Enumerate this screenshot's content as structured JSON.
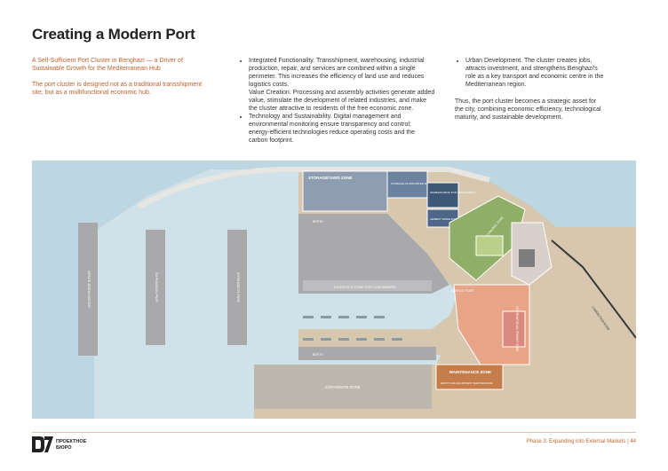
{
  "title": "Creating a Modern Port",
  "intro": {
    "subtitle_line1": "A Self-Sufficient Port Cluster in Benghazi — a Driver of",
    "subtitle_line2": "Sustainable Growth for the Mediterranean Hub",
    "body_line1": "The port cluster is designed not as a traditional transshipment",
    "body_line2": "site, but as a multifunctional economic hub."
  },
  "column2": {
    "b1": [
      "Integrated Functionality. Transshipment, warehousing, industrial",
      "production, repair, and services are combined within a single",
      "perimeter. This increases the efficiency of land use and reduces",
      "logistics costs.",
      "Value Creation. Processing and assembly activities generate added",
      "value, stimulate the development of related industries, and make",
      "the cluster attractive to residents of the free economic zone."
    ],
    "b2": [
      "Technology and Sustainability. Digital management and",
      "environmental monitoring ensure transparency and control;",
      "energy-efficient technologies reduce operating costs and the",
      "carbon footprint."
    ]
  },
  "column3": {
    "b1": [
      "Urban Development. The cluster creates jobs,",
      "attracts investment, and strengthens Benghazi's",
      "role as a key transport and economic centre in the",
      "Mediterranean region."
    ],
    "closing": [
      "Thus, the port cluster becomes a strategic asset for",
      "the city, combining economic efficiency, technological",
      "maturity, and sustainable development."
    ]
  },
  "map": {
    "storage_zone": "STORAGE/YARD ZONE",
    "storage_sub": "STORAGE OF EXPORTED GOODS",
    "warehouse_a": "WAREHOUSING FOR SPARE PARTS",
    "warehouse_b": "CEMENT WAREHOUSING",
    "berth": "BERTH",
    "logistics": "LOGISTICS ZONE FOR CONTAINERS",
    "service_start": "SERVICE START",
    "free_zone": "FREE ECONOMIC ZONE",
    "transit_zone": "INTERNATIONAL TRANSIT ZONE",
    "maintenance": "MAINTENANCE ZONE",
    "maintenance_sub": "DEPOT AND EQUIPMENT MAINTENANCE",
    "expansion": "EXPANSION ZONE",
    "breakwater": "SPACE BREAKWATER",
    "pier_a": "EXPANSION PIER",
    "pier_b": "EXPANSION PIER",
    "road": "CONNECTION ROAD"
  },
  "footer": {
    "logo_line1": "ПРОЕКТНОЕ",
    "logo_line2": "БЮРО",
    "text": "Phase 3: Expanding into External Markets  |  44"
  }
}
